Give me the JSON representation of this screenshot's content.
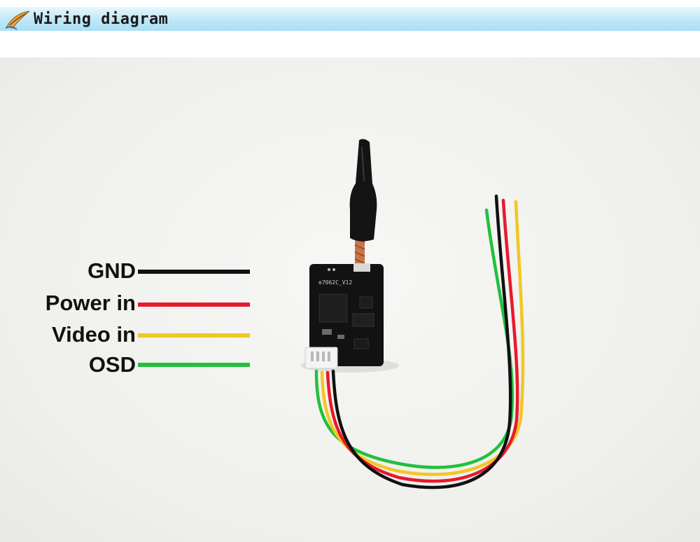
{
  "header": {
    "title": "Wiring diagram"
  },
  "pcb": {
    "silkscreen": "e7062C_V12"
  },
  "legend": [
    {
      "label": "GND",
      "color": "#111111"
    },
    {
      "label": "Power in",
      "color": "#e8192c"
    },
    {
      "label": "Video in",
      "color": "#f3c623"
    },
    {
      "label": "OSD",
      "color": "#23c03c"
    }
  ],
  "wires": {
    "colors": [
      "#111111",
      "#e8192c",
      "#f3c623",
      "#23c03c"
    ]
  }
}
